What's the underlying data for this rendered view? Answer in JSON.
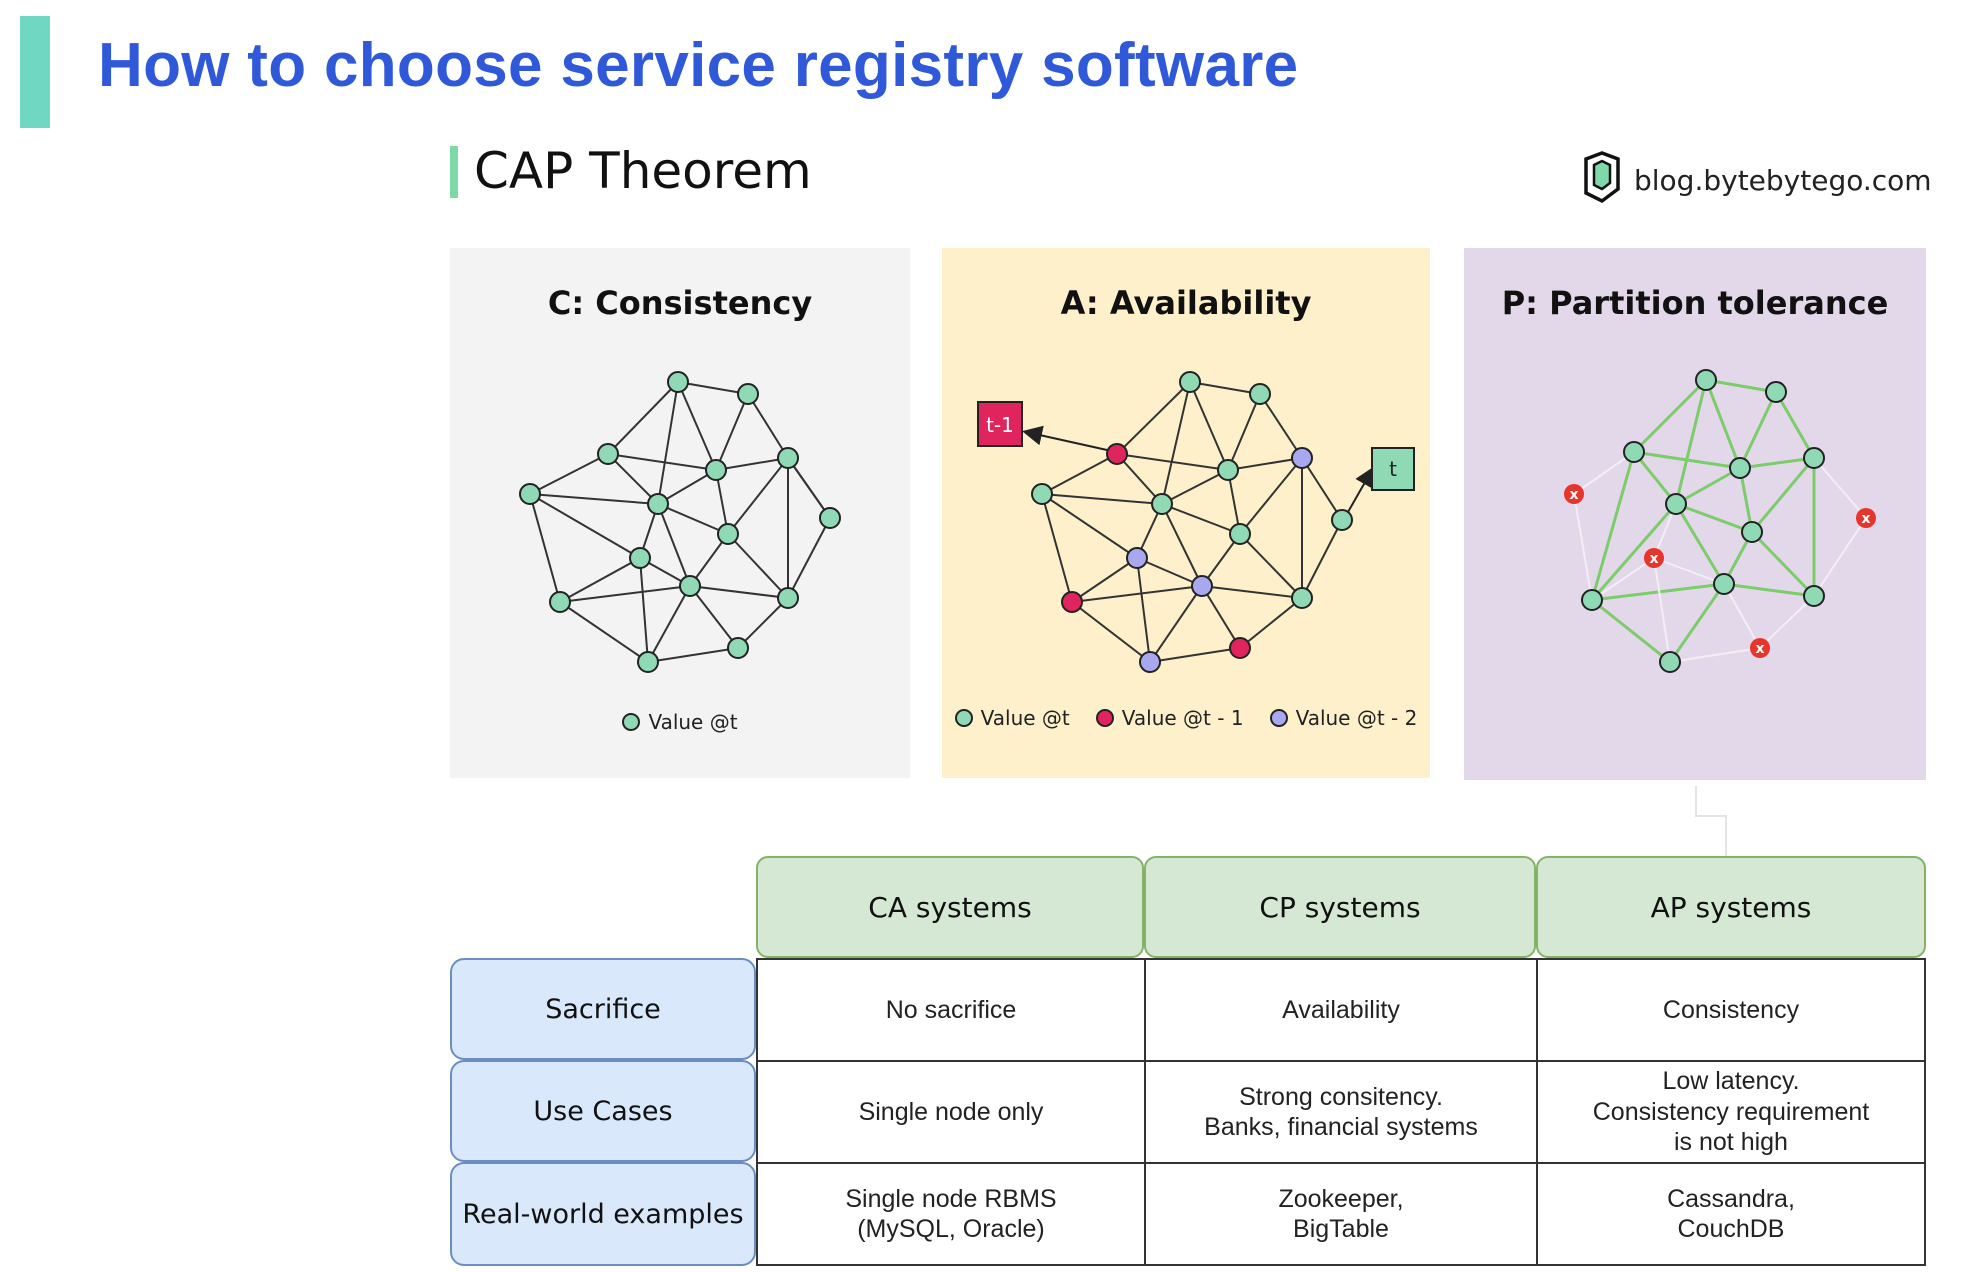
{
  "page_title": "How to choose service registry software",
  "cap_title": "CAP Theorem",
  "brand": {
    "text": "blog.bytebytego.com",
    "logo_icon": "bytebytego-logo-icon"
  },
  "colors": {
    "green_node": "#8fd9b4",
    "red_node": "#e0245e",
    "purple_node": "#a8a8f0",
    "error_node": "#e8352b",
    "panel_consistency_bg": "#f3f3f3",
    "panel_availability_bg": "#fdf0cb",
    "panel_partition_bg": "#e3d8ea",
    "edge_green": "#7ccc6b"
  },
  "panels": [
    {
      "id": "consistency",
      "title": "C:  Consistency",
      "legend": [
        {
          "color": "green",
          "label": "Value @t"
        }
      ]
    },
    {
      "id": "availability",
      "title": "A:  Availability",
      "tags": {
        "old": "t-1",
        "new": "t"
      },
      "legend": [
        {
          "color": "green",
          "label": "Value @t"
        },
        {
          "color": "red",
          "label": "Value @t - 1"
        },
        {
          "color": "purple",
          "label": "Value @t - 2"
        }
      ]
    },
    {
      "id": "partition",
      "title": "P:  Partition tolerance",
      "error_mark": "x"
    }
  ],
  "table": {
    "columns": [
      "CA systems",
      "CP systems",
      "AP systems"
    ],
    "rows": [
      {
        "label": "Sacrifice",
        "cells": [
          "No sacrifice",
          "Availability",
          "Consistency"
        ]
      },
      {
        "label": "Use Cases",
        "cells": [
          "Single node only",
          "Strong consitency.\nBanks, financial systems",
          "Low latency.\nConsistency requirement\nis not high"
        ]
      },
      {
        "label": "Real-world examples",
        "cells": [
          "Single node RBMS\n(MySQL, Oracle)",
          "Zookeeper,\nBigTable",
          "Cassandra,\nCouchDB"
        ]
      }
    ]
  }
}
